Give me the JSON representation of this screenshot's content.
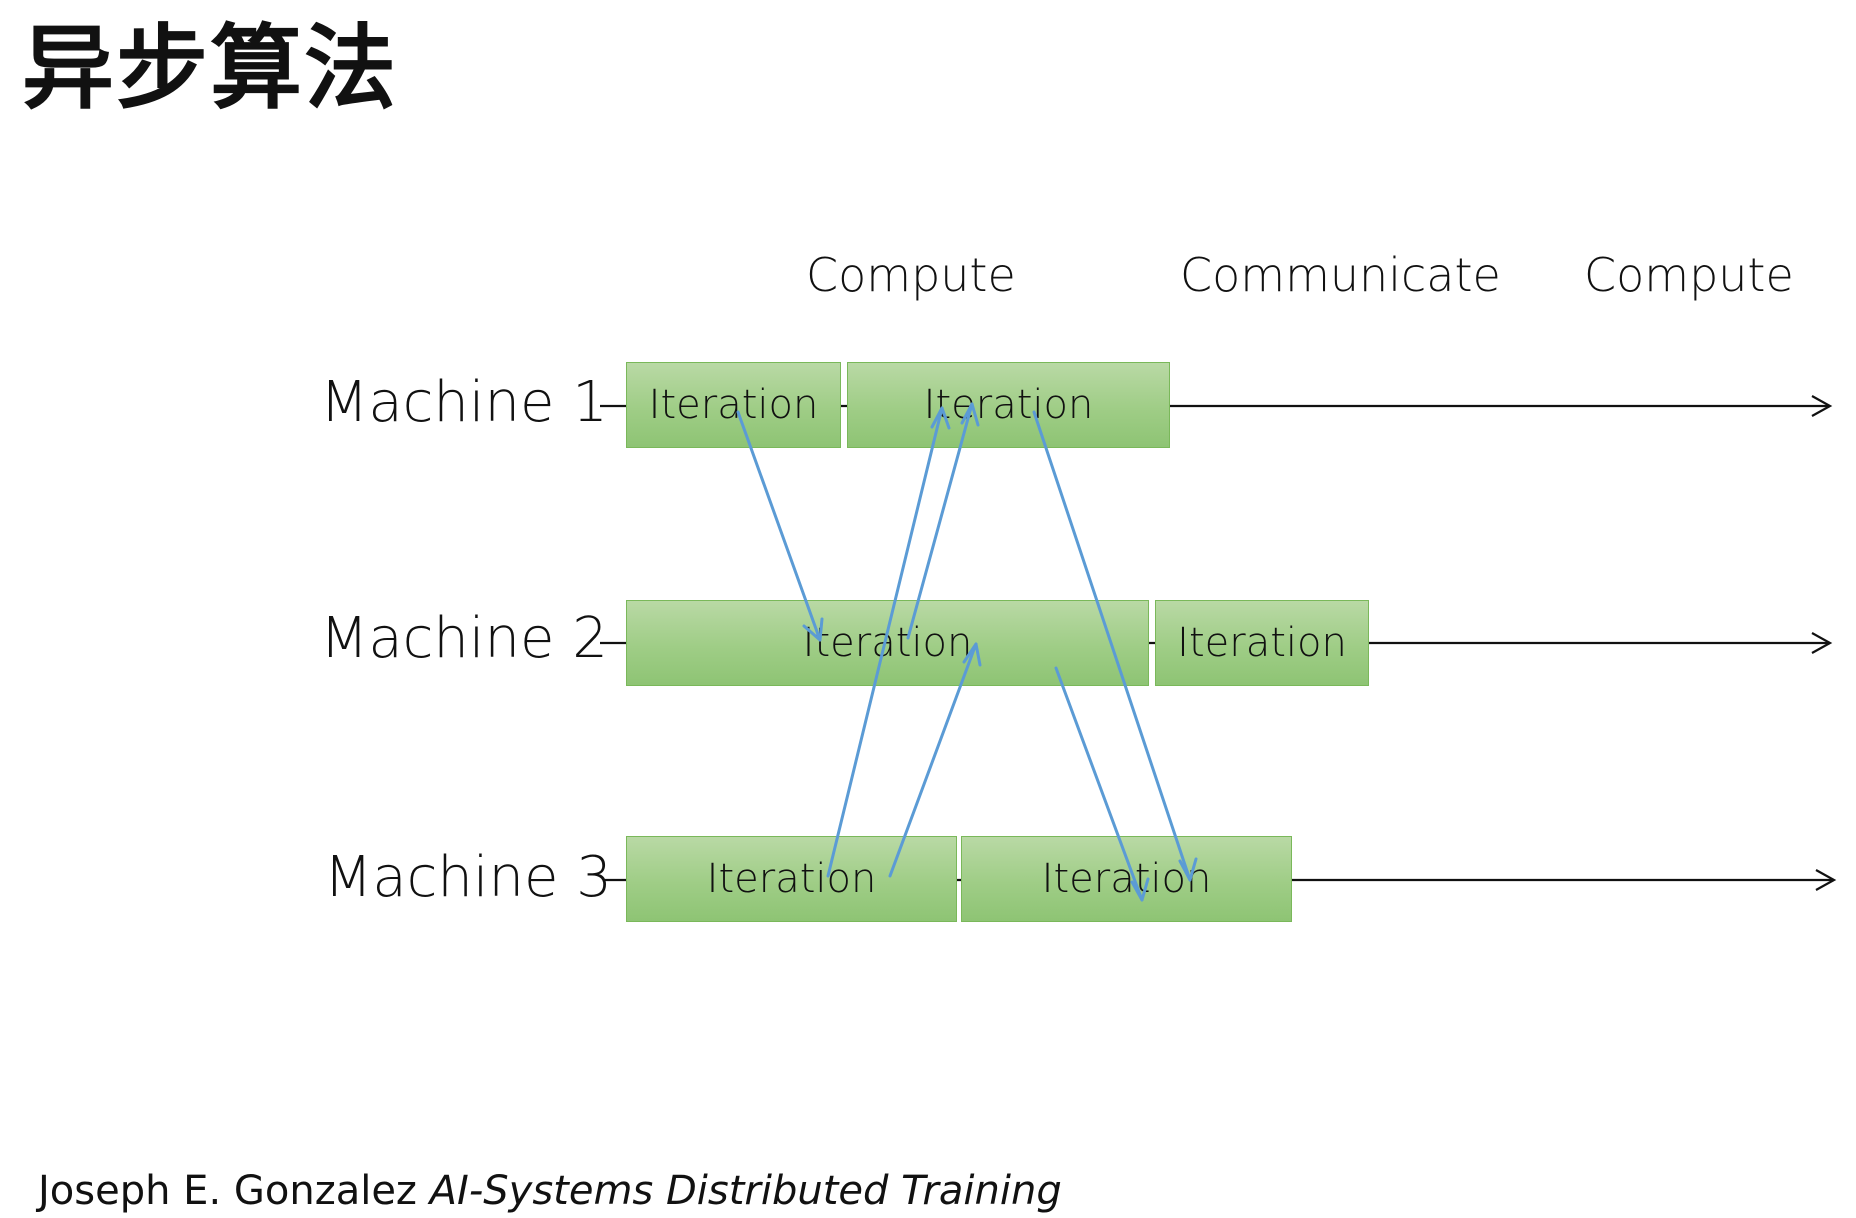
{
  "title": "异步算法",
  "phases": [
    "Compute",
    "Communicate",
    "Compute"
  ],
  "machines": [
    {
      "label": "Machine 1",
      "iterations": [
        "Iteration",
        "Iteration"
      ]
    },
    {
      "label": "Machine 2",
      "iterations": [
        "Iteration",
        "Iteration"
      ]
    },
    {
      "label": "Machine 3",
      "iterations": [
        "Iteration",
        "Iteration"
      ]
    }
  ],
  "footer": {
    "author": "Joseph E. Gonzalez",
    "course": "AI-Systems Distributed Training"
  },
  "colors": {
    "box_fill": "#a6d08f",
    "box_border": "#7ab85a",
    "arrow": "#5b9bd5",
    "timeline": "#111111"
  }
}
